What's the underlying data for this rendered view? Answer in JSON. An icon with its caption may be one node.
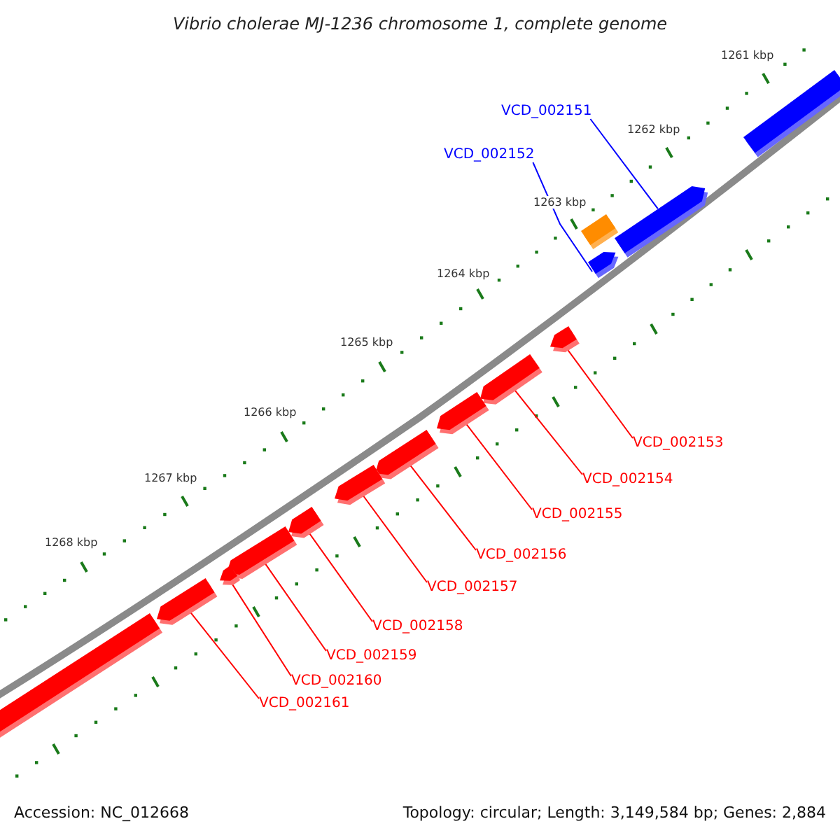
{
  "diagram": {
    "title": "Vibrio cholerae MJ-1236 chromosome 1, complete genome",
    "nodes": [
      {
        "text": [
          "VCD_002151"
        ]
      },
      {
        "text": [
          "VCD_002152"
        ]
      },
      {
        "text": [
          "VCD_002153"
        ]
      },
      {
        "text": [
          "VCD_002154"
        ]
      },
      {
        "text": [
          "VCD_002155"
        ]
      },
      {
        "text": [
          "VCD_002156"
        ]
      },
      {
        "text": [
          "VCD_002157"
        ]
      },
      {
        "text": [
          "VCD_002158"
        ]
      },
      {
        "text": [
          "VCD_002159"
        ]
      },
      {
        "text": [
          "VCD_002160"
        ]
      },
      {
        "text": [
          "VCD_002161"
        ]
      },
      {
        "text": [],
        "shape": "bar"
      },
      {
        "text": [],
        "shape": "bar"
      },
      {
        "text": [],
        "shape": "bar"
      },
      {
        "text": [],
        "shape": "bar"
      },
      {
        "text": [],
        "shape": "bar"
      },
      {
        "text": [],
        "shape": "bar"
      },
      {
        "text": [],
        "shape": "bar"
      },
      {
        "text": [],
        "shape": "bar"
      },
      {
        "text": [],
        "shape": "bar"
      },
      {
        "text": [],
        "shape": "bar"
      },
      {
        "text": [],
        "shape": "bar"
      },
      {
        "text": [],
        "shape": "bar"
      },
      {
        "text": [],
        "shape": "bar"
      },
      {
        "text": [],
        "shape": "bar"
      }
    ],
    "edges": [
      {
        "from": 0,
        "to": 12,
        "arrow": "none",
        "color": "#0000ff"
      },
      {
        "from": 1,
        "to": 14,
        "arrow": "none",
        "color": "#0000ff"
      },
      {
        "from": 2,
        "to": 15,
        "arrow": "none"
      },
      {
        "from": 3,
        "to": 16,
        "arrow": "none"
      },
      {
        "from": 4,
        "to": 17,
        "arrow": "none"
      },
      {
        "from": 5,
        "to": 18,
        "arrow": "none"
      },
      {
        "from": 6,
        "to": 19,
        "arrow": "none"
      },
      {
        "from": 7,
        "to": 20,
        "arrow": "none"
      },
      {
        "from": 8,
        "to": 21,
        "arrow": "none"
      },
      {
        "from": 9,
        "to": 22,
        "arrow": "none"
      },
      {
        "from": 10,
        "to": 23,
        "arrow": "none"
      }
    ],
    "labels": [
      "1261 kbp",
      "1262 kbp",
      "1263 kbp",
      "1264 kbp",
      "1265 kbp",
      "1266 kbp",
      "1267 kbp",
      "1268 kbp",
      "Accession: NC_012668",
      "Topology: circular; Length: 3,149,584 bp; Genes: 2,884"
    ]
  }
}
